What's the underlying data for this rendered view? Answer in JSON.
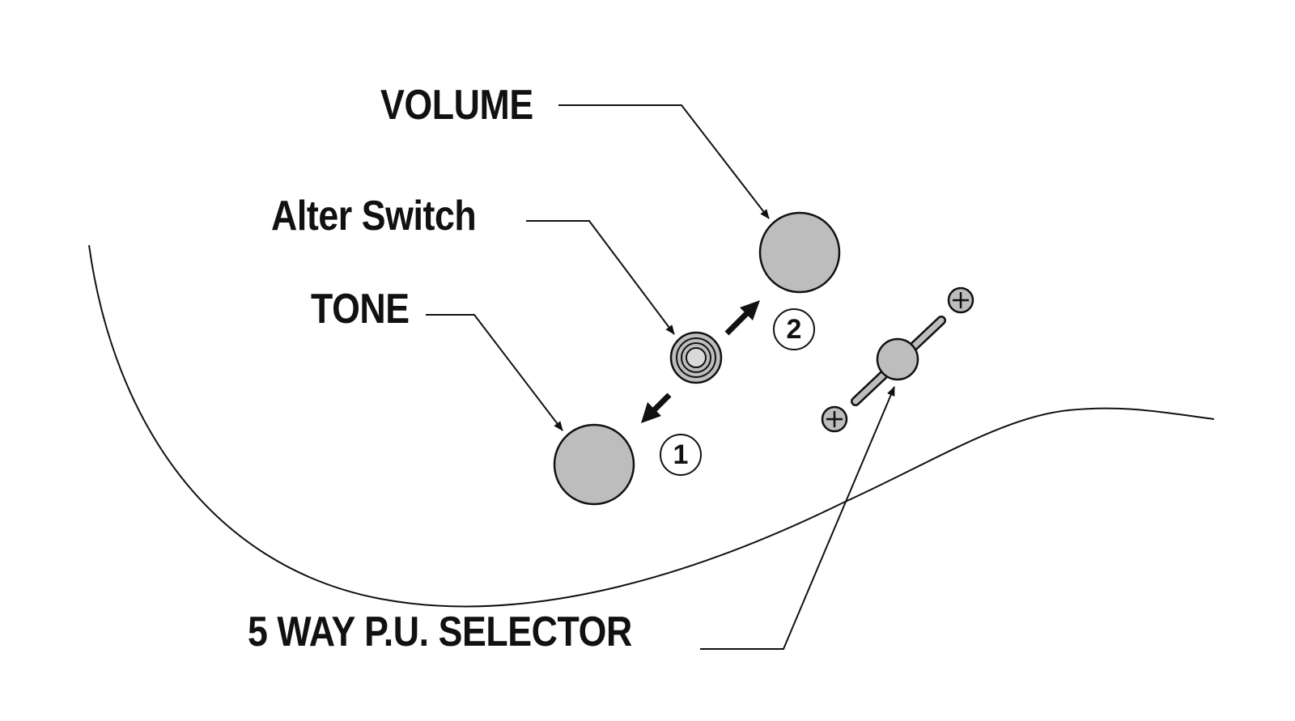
{
  "labels": {
    "volume": "VOLUME",
    "alter_switch": "Alter Switch",
    "tone": "TONE",
    "selector": "5 WAY P.U. SELECTOR"
  },
  "positions": {
    "one": "1",
    "two": "2"
  },
  "colors": {
    "knob_fill": "#bdbdbd",
    "line": "#111111",
    "background": "#ffffff"
  },
  "icons": {
    "volume_knob": "circle-knob",
    "tone_knob": "circle-knob",
    "alter_switch": "push-switch",
    "selector_screw": "plus-screw"
  }
}
